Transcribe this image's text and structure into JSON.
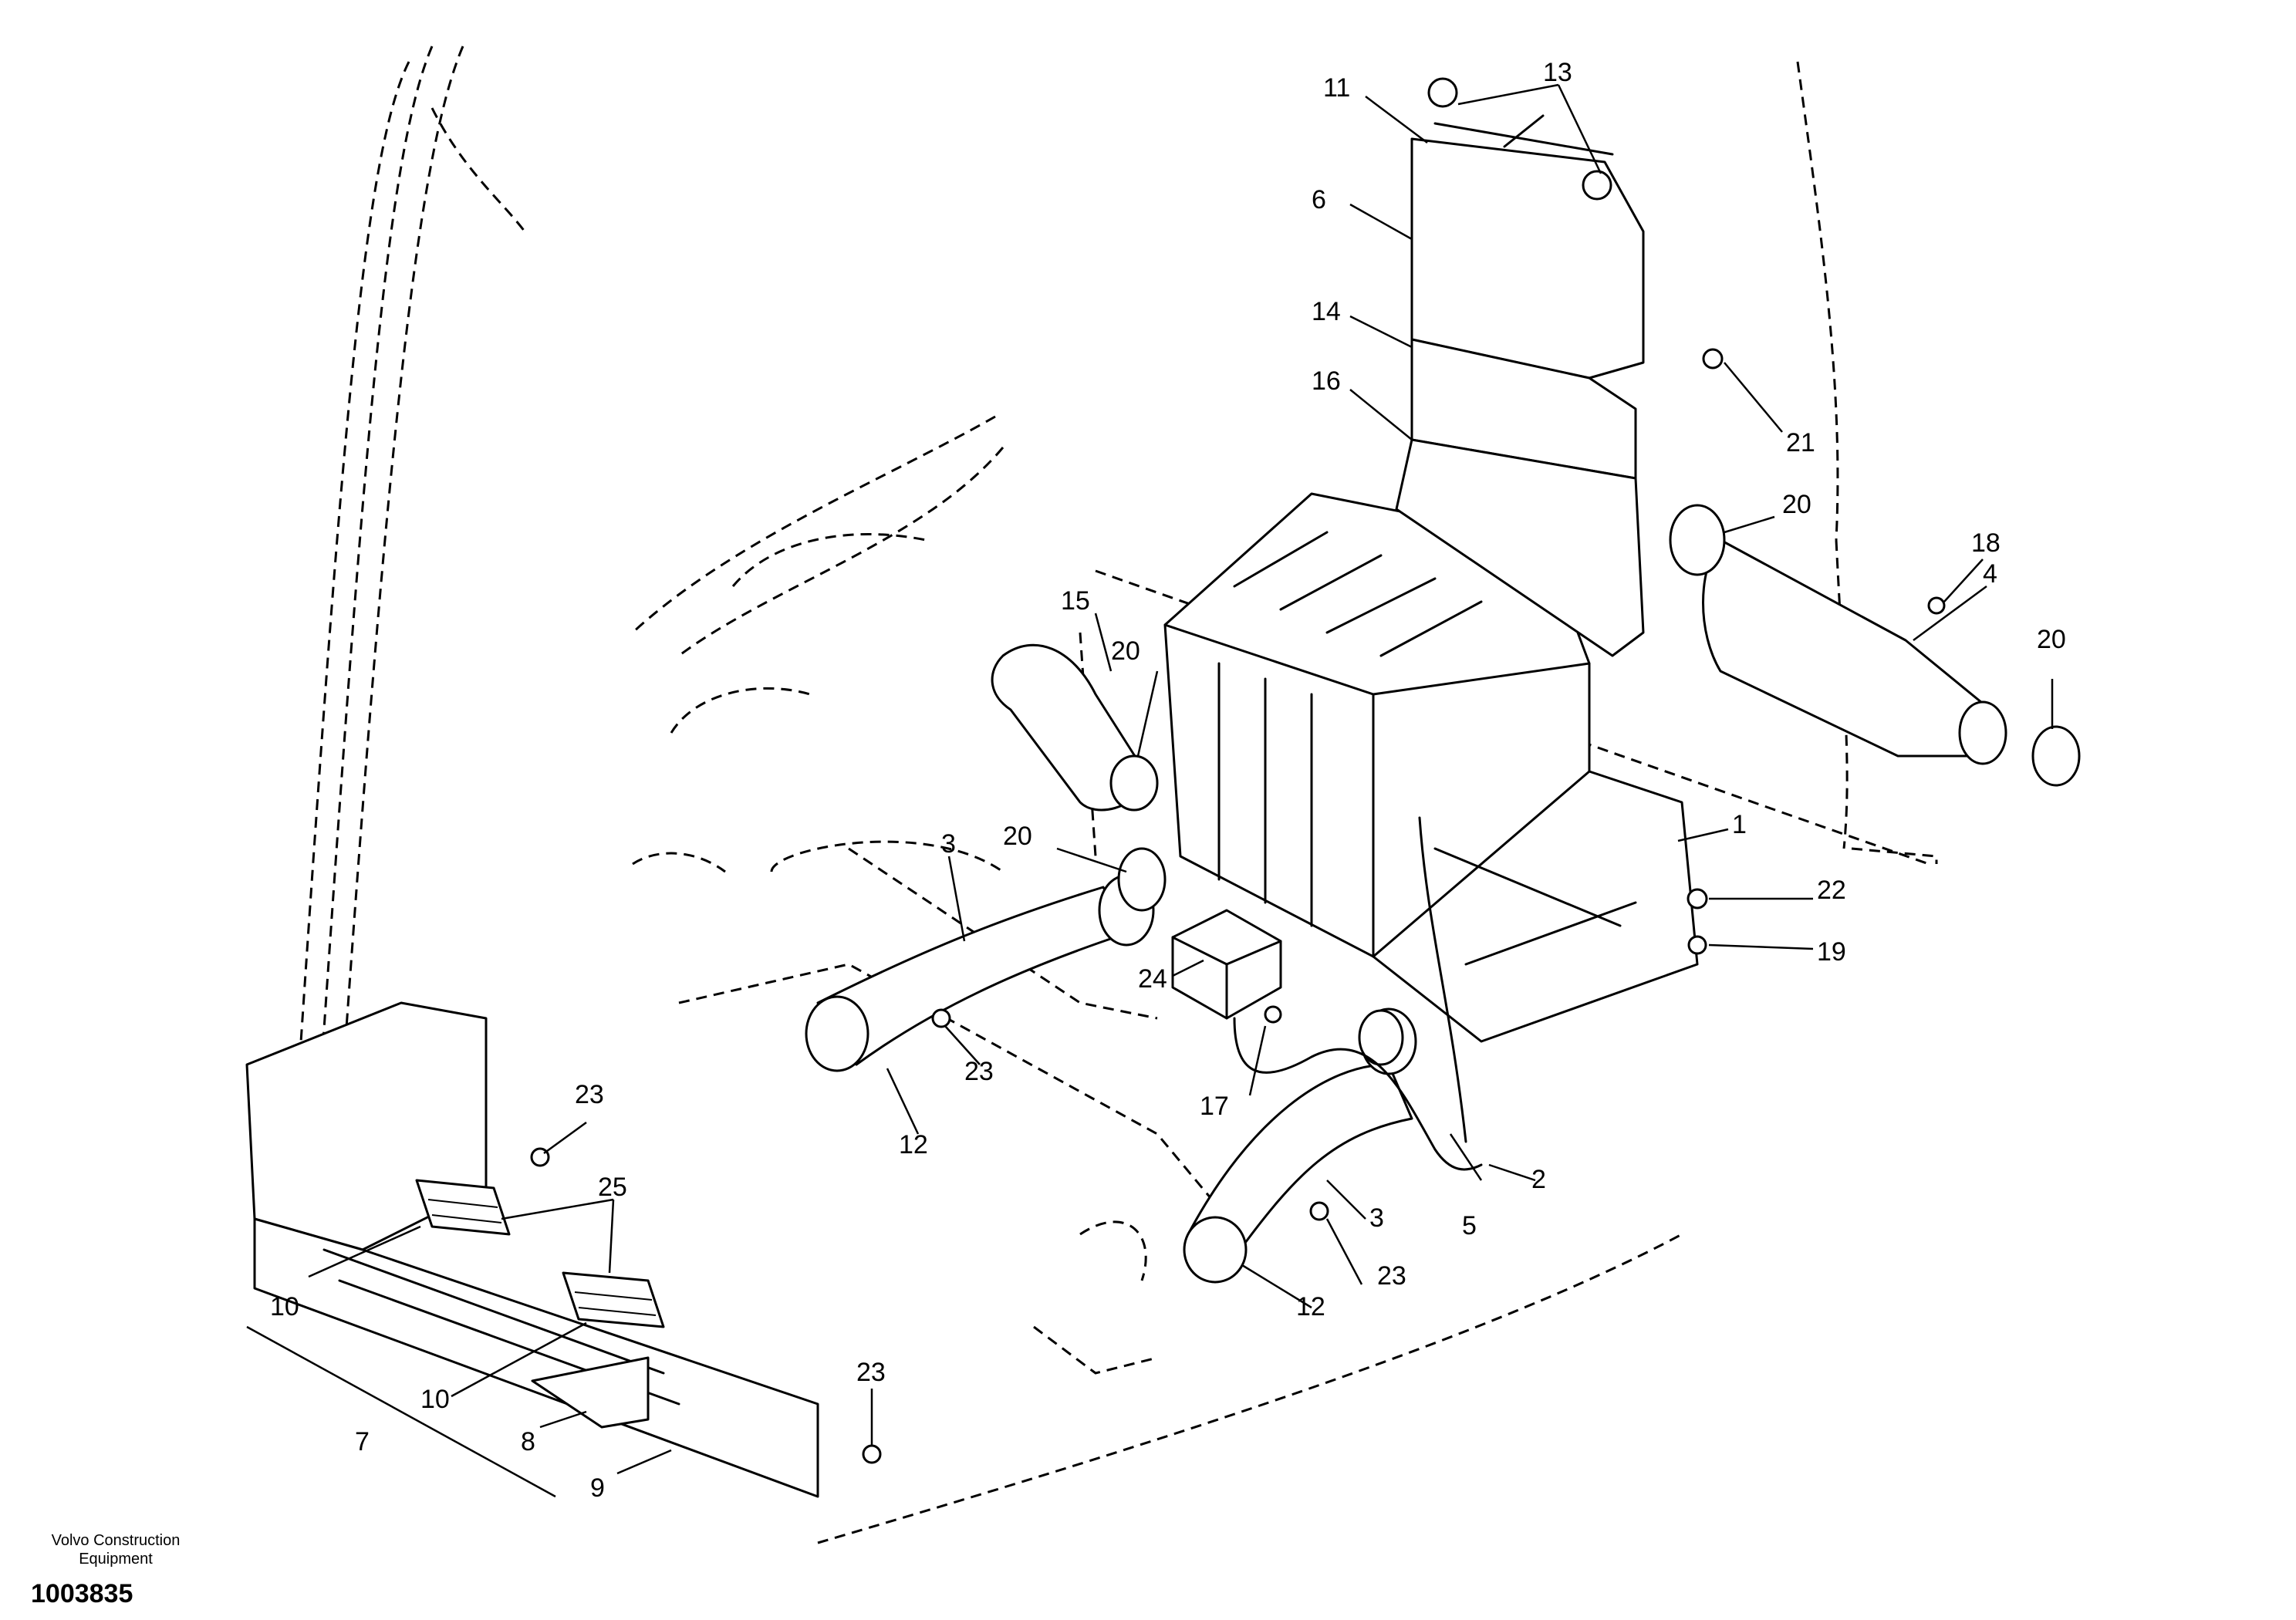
{
  "diagram": {
    "callouts": [
      "1",
      "2",
      "3",
      "3",
      "4",
      "5",
      "6",
      "7",
      "8",
      "9",
      "10",
      "10",
      "11",
      "12",
      "12",
      "13",
      "14",
      "15",
      "16",
      "17",
      "18",
      "19",
      "20",
      "20",
      "20",
      "20",
      "21",
      "22",
      "23",
      "23",
      "23",
      "23",
      "24",
      "25"
    ]
  },
  "footer": {
    "brand_line1": "Volvo Construction",
    "brand_line2": "Equipment",
    "doc_number": "1003835"
  }
}
